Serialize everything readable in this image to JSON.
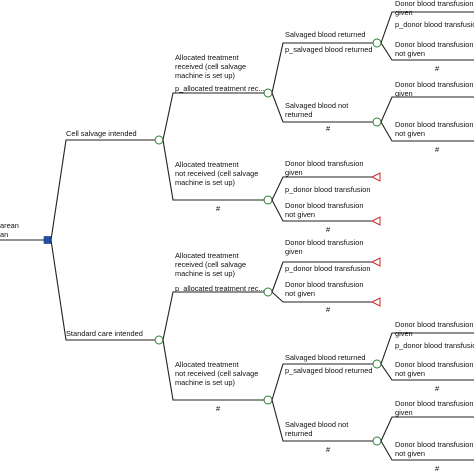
{
  "root": {
    "label_line1": "arean",
    "label_line2": "an"
  },
  "branches": {
    "cell_salvage": "Cell salvage intended",
    "standard_care": "Standard care intended"
  },
  "cs_received": {
    "line1": "Allocated treatment",
    "line2": "received (cell salvage",
    "line3": "machine is set up)",
    "prob": "p_allocated treatment rec...",
    "salvaged_returned": "Salvaged blood returned",
    "p_salvaged": "p_salvaged blood returned",
    "not_returned_line1": "Salvaged blood not",
    "not_returned_line2": "returned",
    "hash": "#",
    "ret_given_line1": "Donor blood transfusion",
    "ret_given_line2": "given",
    "ret_p_donor": "p_donor blood transfusion",
    "ret_not_given_line1": "Donor blood transfusion",
    "ret_not_given_line2": "not given",
    "ret_hash": "#",
    "nr_given_line1": "Donor blood transfusion",
    "nr_given_line2": "given",
    "nr_not_given_line1": "Donor blood transfusion",
    "nr_not_given_line2": "not given",
    "nr_hash": "#"
  },
  "cs_not_received": {
    "line1": "Allocated treatment",
    "line2": "not received (cell salvage",
    "line3": "machine is set up)",
    "hash": "#",
    "given_line1": "Donor blood transfusion",
    "given_line2": "given",
    "p_donor": "p_donor blood transfusion",
    "not_given_line1": "Donor blood transfusion",
    "not_given_line2": "not given",
    "hash2": "#"
  },
  "sc_received": {
    "line1": "Allocated treatment",
    "line2": "received (cell salvage",
    "line3": "machine is set up)",
    "prob": "p_allocated treatment rec...",
    "given_line1": "Donor blood transfusion",
    "given_line2": "given",
    "p_donor": "p_donor blood transfusion",
    "not_given_line1": "Donor blood transfusion",
    "not_given_line2": "not given",
    "hash": "#"
  },
  "sc_not_received": {
    "line1": "Allocated treatment",
    "line2": "not received (cell salvage",
    "line3": "machine is set up)",
    "hash": "#",
    "salvaged_returned": "Salvaged blood returned",
    "p_salvaged": "p_salvaged blood returned",
    "not_returned_line1": "Salvaged blood not",
    "not_returned_line2": "returned",
    "hash2": "#",
    "ret_given_line1": "Donor blood transfusion",
    "ret_given_line2": "given",
    "ret_p_donor": "p_donor blood transfusion",
    "ret_not_given_line1": "Donor blood transfusion",
    "ret_not_given_line2": "not given",
    "ret_hash": "#",
    "nr_given_line1": "Donor blood transfusion",
    "nr_given_line2": "given",
    "nr_not_given_line1": "Donor blood transfusion",
    "nr_not_given_line2": "not given",
    "nr_hash": "#"
  }
}
